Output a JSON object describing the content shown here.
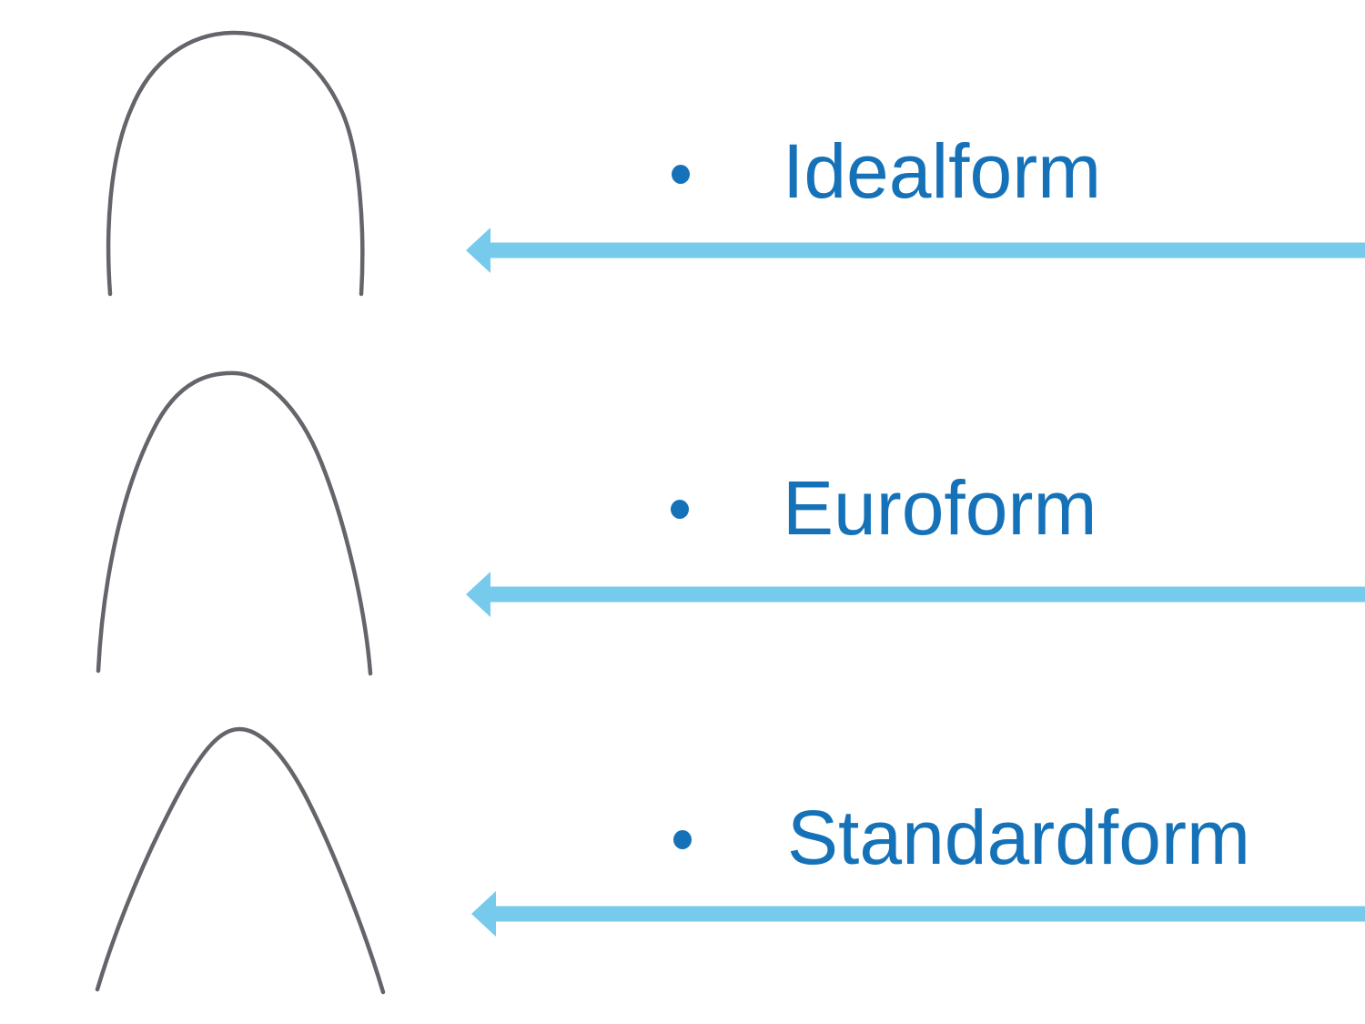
{
  "slide": {
    "description": "Archwire form comparison slide",
    "background": "#ffffff"
  },
  "colors": {
    "label_blue": "#1572b8",
    "arrow_blue": "#76cbed",
    "wire_gray": "#63656a"
  },
  "items": [
    {
      "id": "idealform",
      "label": "Idealform",
      "icon": "idealform-archwire-image"
    },
    {
      "id": "euroform",
      "label": "Euroform",
      "icon": "euroform-archwire-image"
    },
    {
      "id": "standardform",
      "label": "Standardform",
      "icon": "standardform-archwire-image"
    }
  ]
}
